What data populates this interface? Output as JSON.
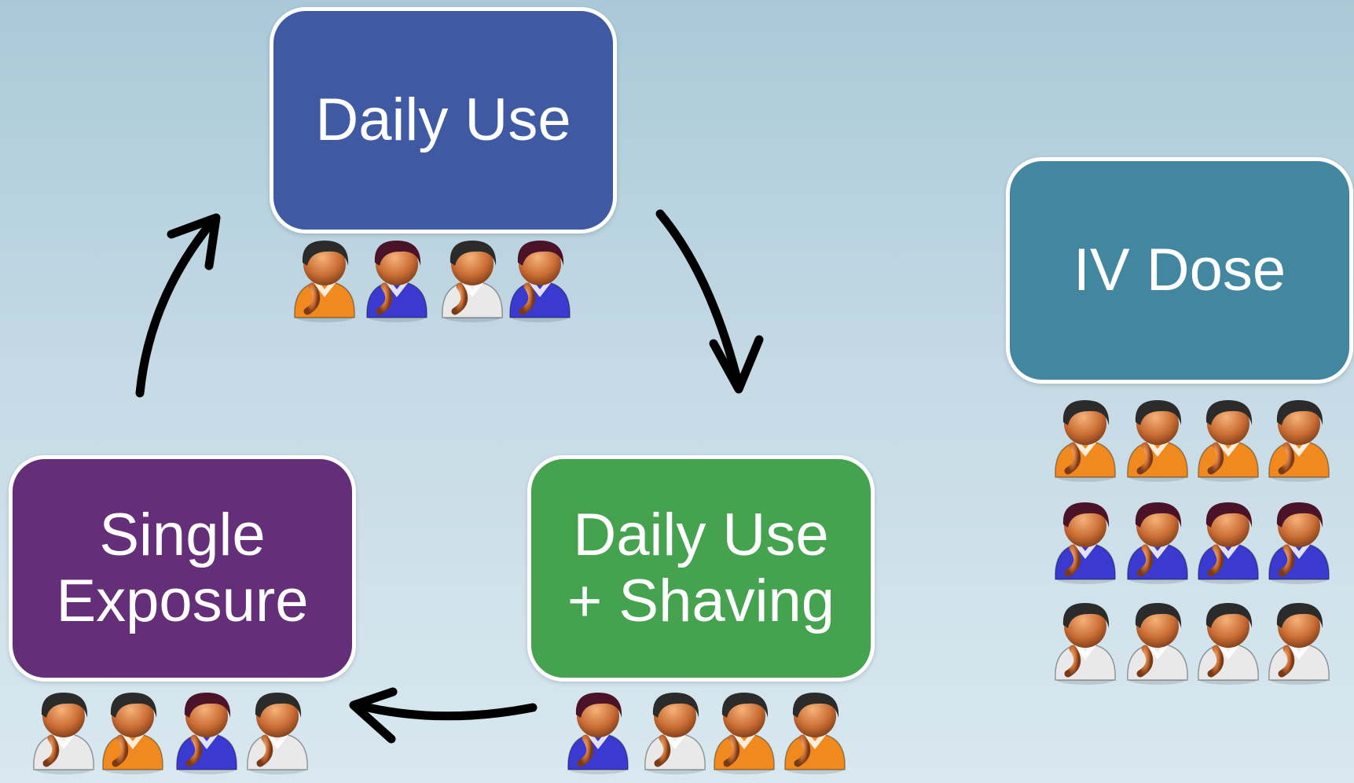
{
  "boxes": {
    "daily_use": {
      "lines": [
        "Daily Use"
      ],
      "color": "#3f5aa3"
    },
    "daily_use_shaving": {
      "lines": [
        "Daily Use",
        "+ Shaving"
      ],
      "color": "#45a350"
    },
    "single_exposure": {
      "lines": [
        "Single",
        "Exposure"
      ],
      "color": "#652e79"
    },
    "iv_dose": {
      "lines": [
        "IV Dose"
      ],
      "color": "#4286a0"
    }
  },
  "groups": {
    "daily_use": [
      "orange",
      "blue",
      "white",
      "blue"
    ],
    "daily_use_shaving": [
      "blue",
      "white",
      "orange",
      "orange"
    ],
    "single_exposure": [
      "white",
      "orange",
      "blue",
      "white"
    ],
    "iv_dose": [
      [
        "orange",
        "orange",
        "orange",
        "orange"
      ],
      [
        "blue",
        "blue",
        "blue",
        "blue"
      ],
      [
        "white",
        "white",
        "white",
        "white"
      ]
    ]
  },
  "person_styles": {
    "orange": {
      "shirt": "#f08a1e",
      "hair": "#2b2b2b"
    },
    "blue": {
      "shirt": "#3a3ad0",
      "hair": "#4a1328"
    },
    "white": {
      "shirt": "#e9e9e9",
      "hair": "#2b2b2b"
    }
  },
  "arrow_color": "#000000"
}
